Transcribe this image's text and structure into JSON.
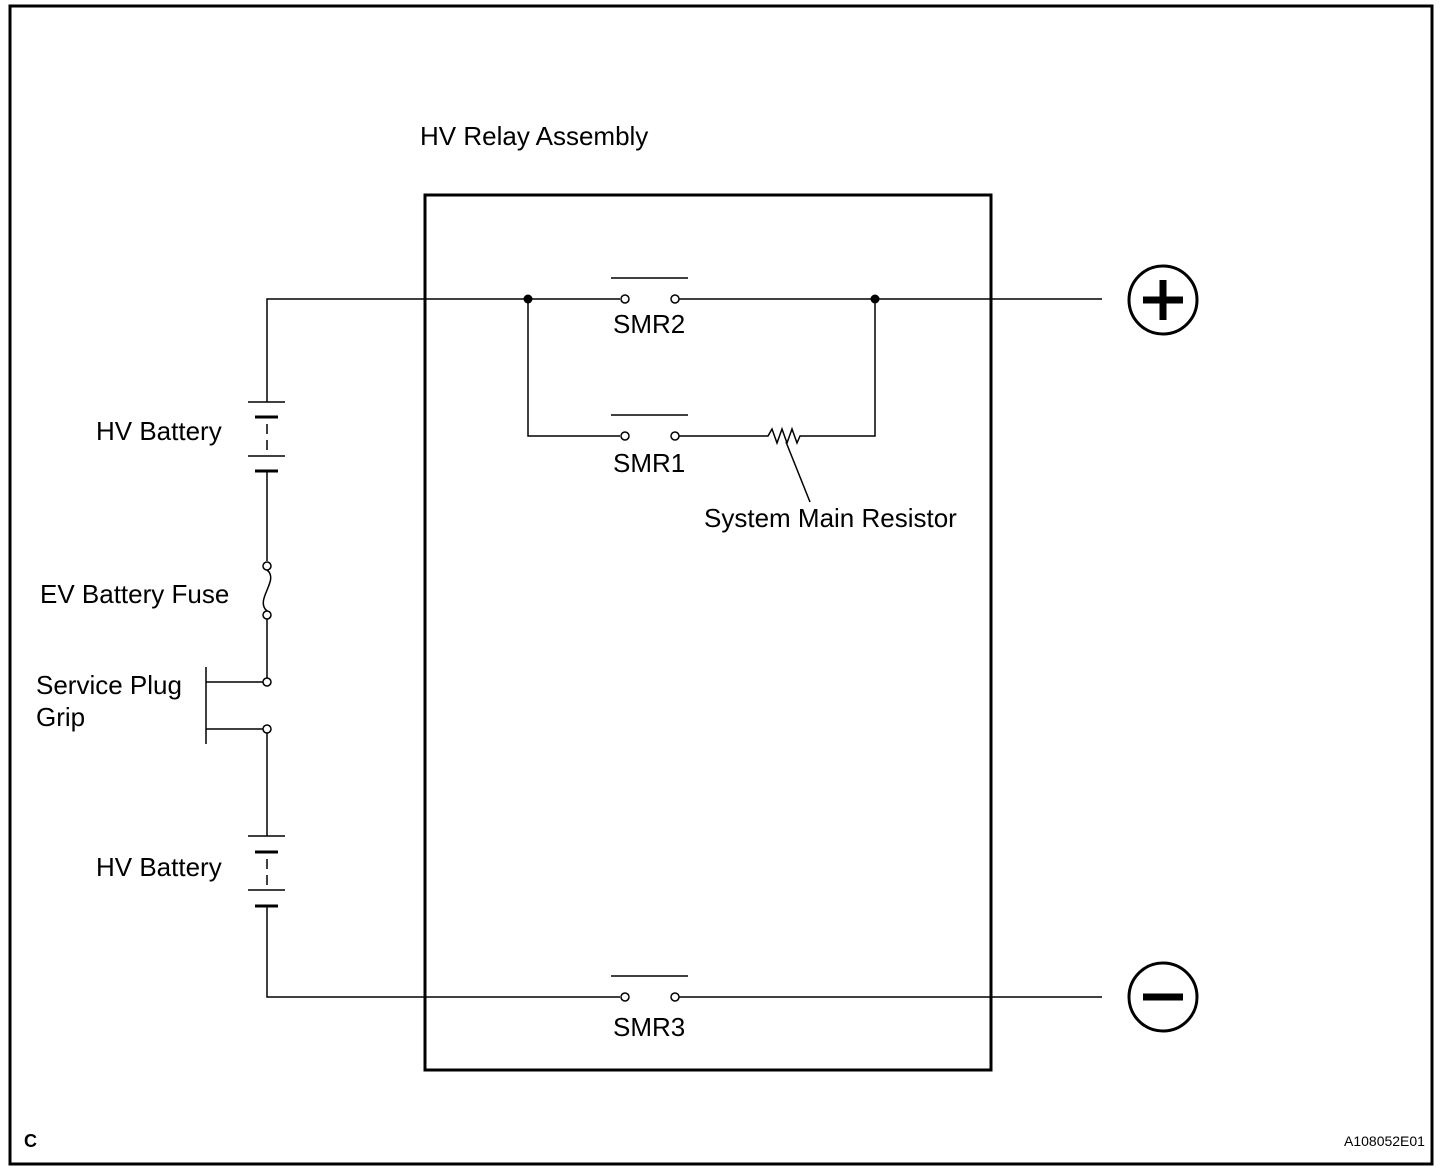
{
  "diagram": {
    "relay_assembly_label": "HV Relay Assembly",
    "battery_top_label": "HV Battery",
    "battery_bottom_label": "HV Battery",
    "fuse_label": "EV Battery Fuse",
    "service_plug_label_line1": "Service Plug",
    "service_plug_label_line2": "Grip",
    "resistor_label": "System Main Resistor",
    "relays": {
      "smr2": "SMR2",
      "smr1": "SMR1",
      "smr3": "SMR3"
    },
    "positive_terminal_icon": "plus-circle-icon",
    "negative_terminal_icon": "minus-circle-icon",
    "corner_code": "C",
    "figure_id": "A108052E01"
  }
}
